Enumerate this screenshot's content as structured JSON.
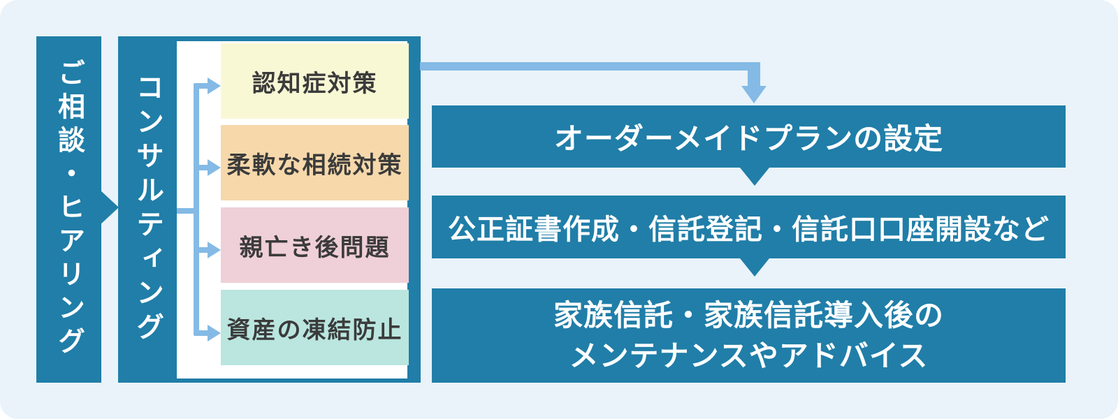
{
  "diagram": {
    "stage1": {
      "label": "ご相談・ヒアリング"
    },
    "stage2": {
      "label": "コンサルティング"
    },
    "topics": [
      {
        "label": "認知症対策",
        "color": "#F9F8D5"
      },
      {
        "label": "柔軟な相続対策",
        "color": "#F6D8AB"
      },
      {
        "label": "親亡き後問題",
        "color": "#EFCFD8"
      },
      {
        "label": "資産の凍結防止",
        "color": "#BAE6DF"
      }
    ],
    "steps": [
      {
        "label": "オーダーメイドプランの設定"
      },
      {
        "label": "公正証書作成・信託登記・信託口口座開設など"
      },
      {
        "label": "家族信託・家族信託導入後の\nメンテナンスやアドバイス"
      }
    ],
    "icons": {
      "stage_arrow": "right-triangle-arrow",
      "topic_branch_arrow": "right-arrow",
      "flow_arrow": "elbow-down-arrow",
      "step_connector": "chevron-down"
    },
    "colors": {
      "primary_blue": "#207EA8",
      "accent_light_blue": "#84BAE5",
      "background": "#E9F3F9",
      "panel_white": "#FFFFFF",
      "topic_text": "#3B3B3B"
    }
  }
}
